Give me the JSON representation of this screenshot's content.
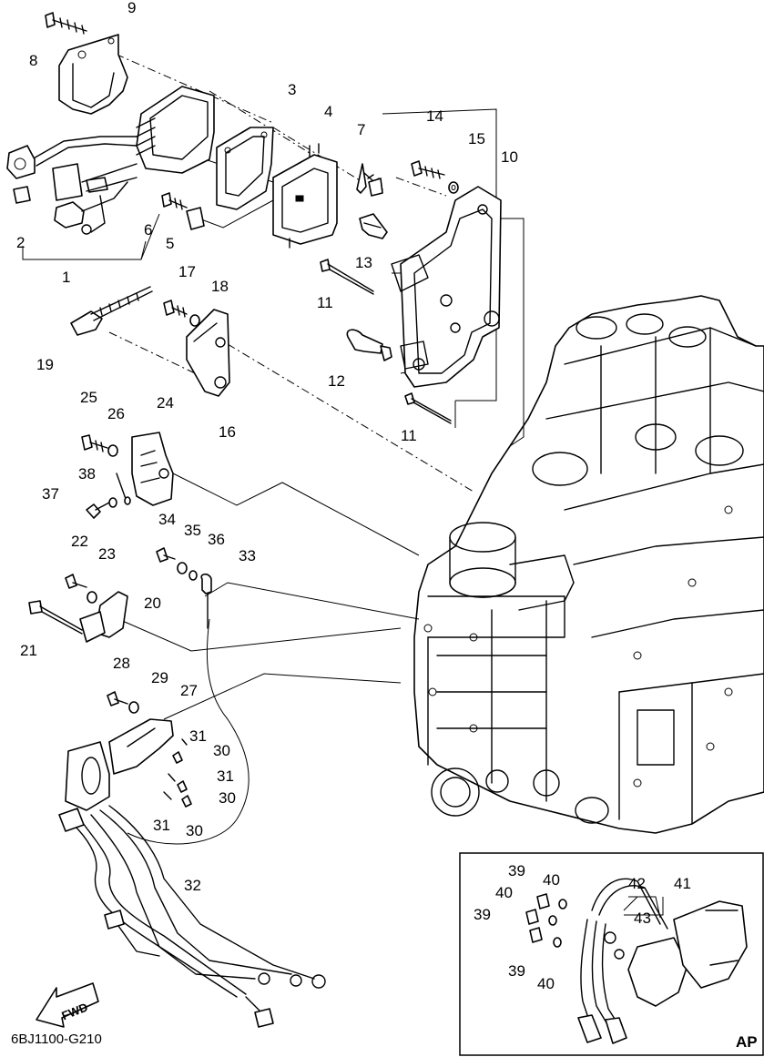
{
  "diagram": {
    "code": "6BJ1100-G210",
    "fwd_arrow_label": "FWD",
    "inset_label": "AP"
  },
  "callouts": [
    "1",
    "2",
    "3",
    "4",
    "5",
    "6",
    "7",
    "8",
    "9",
    "10",
    "11",
    "11",
    "12",
    "13",
    "14",
    "15",
    "16",
    "17",
    "18",
    "19",
    "20",
    "21",
    "22",
    "23",
    "24",
    "25",
    "26",
    "27",
    "28",
    "29",
    "30",
    "30",
    "30",
    "31",
    "31",
    "31",
    "32",
    "33",
    "34",
    "35",
    "36",
    "37",
    "38",
    "39",
    "39",
    "39",
    "40",
    "40",
    "40",
    "41",
    "42",
    "43"
  ]
}
